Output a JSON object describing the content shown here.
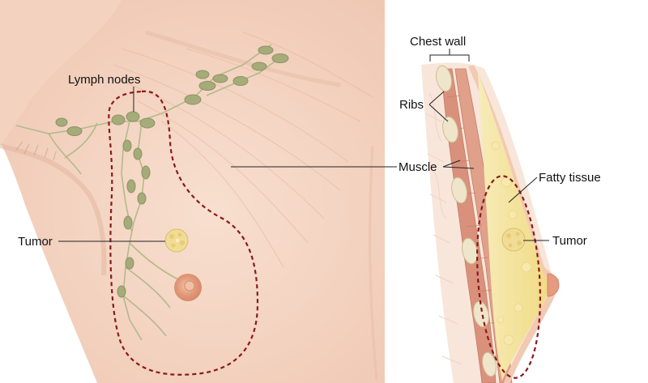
{
  "labels": {
    "lymph_nodes": "Lymph nodes",
    "tumor_front": "Tumor",
    "chest_wall": "Chest wall",
    "ribs": "Ribs",
    "muscle": "Muscle",
    "fatty_tissue": "Fatty tissue",
    "tumor_side": "Tumor"
  },
  "colors": {
    "skin": "#f6d9c6",
    "skin_shadow": "#e9bfa6",
    "lymph_node": "#a8ae7e",
    "lymph_vessel": "#b7bb8e",
    "tumor": "#f1dc96",
    "dashed_outline": "#8a1a1a",
    "muscle": "#d98f7b",
    "fat": "#f4e49a",
    "rib": "#e8dcc0"
  }
}
